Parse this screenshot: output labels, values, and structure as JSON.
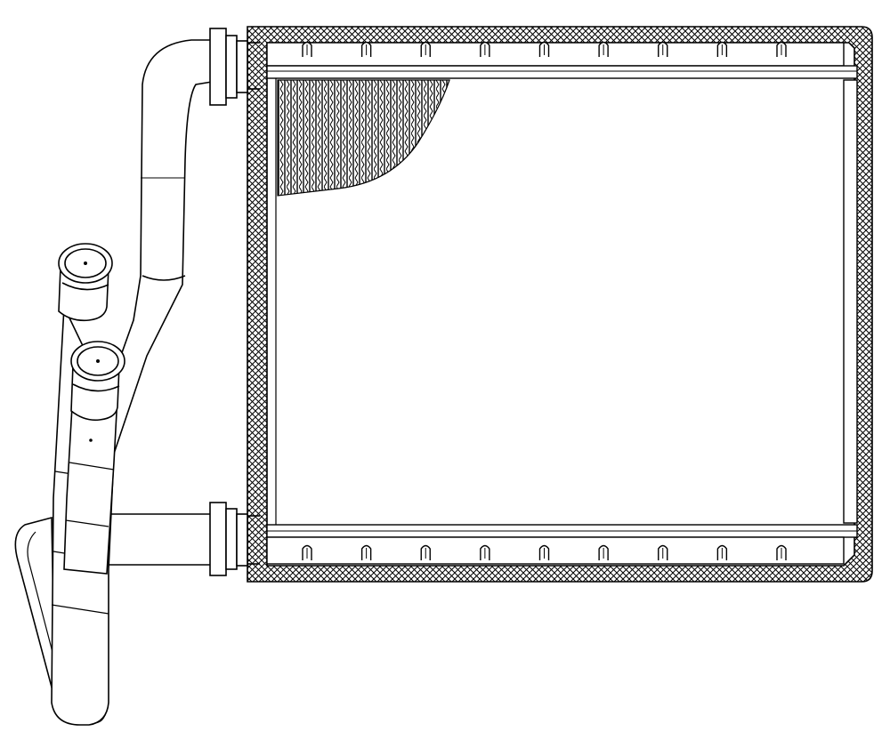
{
  "drawing": {
    "subject": "heater-core",
    "line_color": "#000000",
    "background_color": "#ffffff",
    "hatch_style": "cross-hatch",
    "fin_pattern": "zigzag",
    "top_tank_tab_count": 9,
    "bottom_tank_tab_count": 9,
    "pipe_outlet_count": 2
  }
}
